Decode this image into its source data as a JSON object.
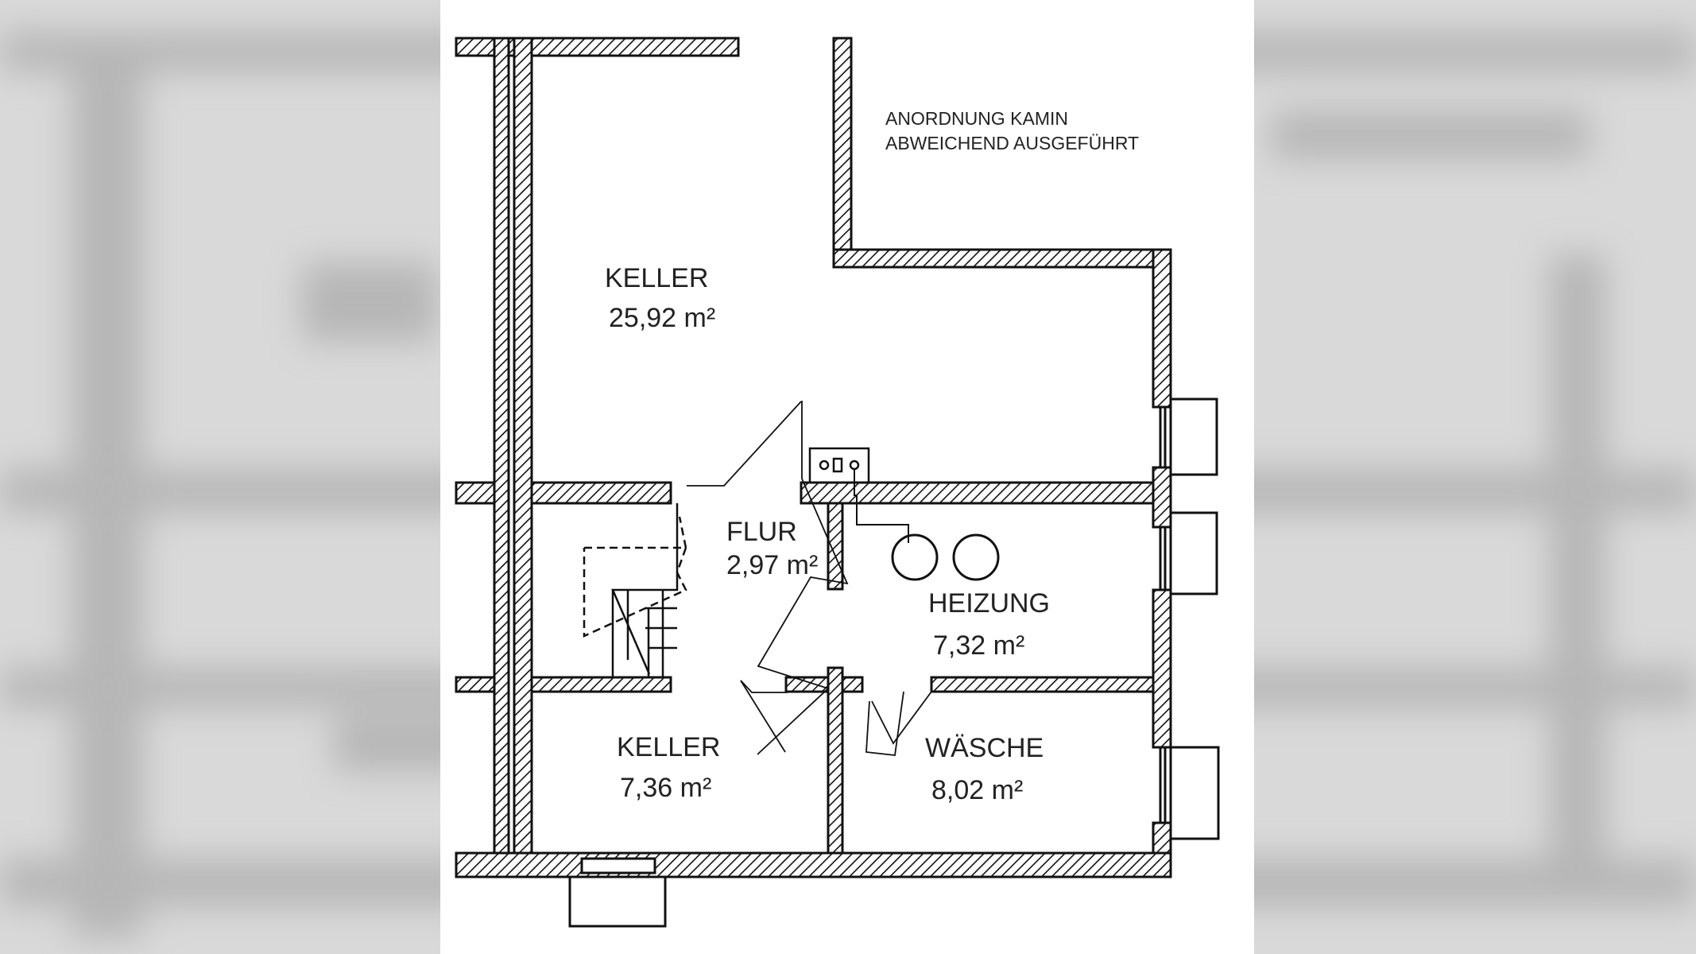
{
  "note": {
    "line1": "ANORDNUNG KAMIN",
    "line2": "ABWEICHEND AUSGEFÜHRT"
  },
  "rooms": [
    {
      "id": "keller-gross",
      "name": "KELLER",
      "area": "25,92 m²"
    },
    {
      "id": "flur",
      "name": "FLUR",
      "area": "2,97 m²"
    },
    {
      "id": "heizung",
      "name": "HEIZUNG",
      "area": "7,32 m²"
    },
    {
      "id": "keller-klein",
      "name": "KELLER",
      "area": "7,36 m²"
    },
    {
      "id": "waesche",
      "name": "WÄSCHE",
      "area": "8,02 m²"
    }
  ]
}
